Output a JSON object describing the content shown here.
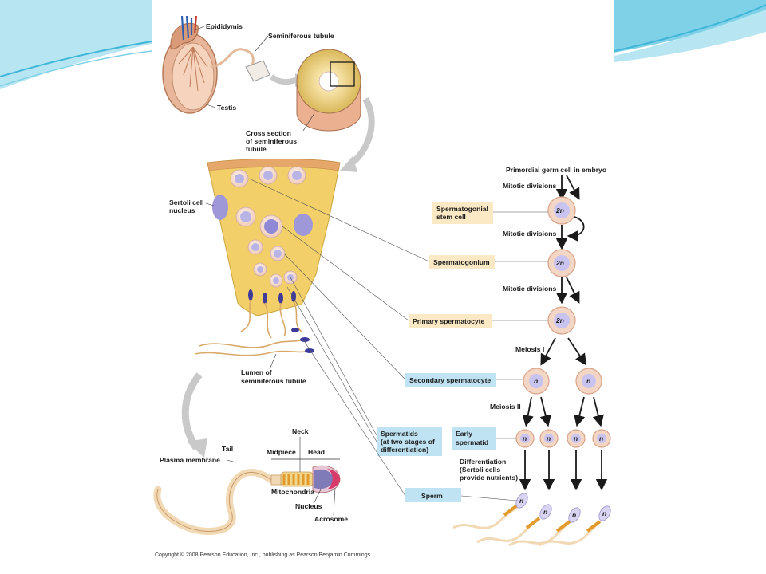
{
  "theme": {
    "slide_background": "#ffffff",
    "swoosh_colors": [
      "#7fd1e8",
      "#3fb6d8",
      "#b7e6f2"
    ],
    "tissue_color": "#f3cf6a",
    "label_box_tan": "#fbe8c4",
    "label_box_blue": "#bfe3f2",
    "cell_membrane": "#e8b9a4",
    "nucleus_color": "#b9b4e6",
    "tail_color": "#f2d9b5",
    "midpiece_color": "#e39a2d",
    "arrow_gray": "#c9c9c9"
  },
  "top": {
    "epididymis": "Epididymis",
    "seminiferous_tubule": "Seminiferous tubule",
    "testis": "Testis",
    "cross_section_l1": "Cross section",
    "cross_section_l2": "of seminiferous",
    "cross_section_l3": "tubule"
  },
  "tissue": {
    "sertoli_l1": "Sertoli cell",
    "sertoli_l2": "nucleus",
    "lumen_l1": "Lumen of",
    "lumen_l2": "seminiferous tubule"
  },
  "sperm_anatomy": {
    "neck": "Neck",
    "tail": "Tail",
    "midpiece": "Midpiece",
    "head": "Head",
    "plasma_membrane": "Plasma membrane",
    "mitochondria": "Mitochondria",
    "nucleus": "Nucleus",
    "acrosome": "Acrosome"
  },
  "pathway": {
    "primordial": "Primordial germ cell in embryo",
    "mitotic_1": "Mitotic divisions",
    "mitotic_2": "Mitotic divisions",
    "mitotic_3": "Mitotic divisions",
    "meiosis_1": "Meiosis I",
    "meiosis_2": "Meiosis II",
    "diff_l1": "Differentiation",
    "diff_l2": "(Sertoli cells",
    "diff_l3": "provide nutrients)"
  },
  "boxes": {
    "stem_l1": "Spermatogonial",
    "stem_l2": "stem cell",
    "spermatogonium": "Spermatogonium",
    "primary": "Primary spermatocyte",
    "secondary": "Secondary spermatocyte",
    "spermatids_l1": "Spermatids",
    "spermatids_l2": "(at two stages of",
    "spermatids_l3": "differentiation)",
    "early_l1": "Early",
    "early_l2": "spermatid",
    "sperm": "Sperm"
  },
  "ploidy": {
    "diploid": "2n",
    "haploid": "n"
  },
  "copyright": "Copyright © 2008 Pearson Education, Inc., publishing as Pearson Benjamin Cummings."
}
